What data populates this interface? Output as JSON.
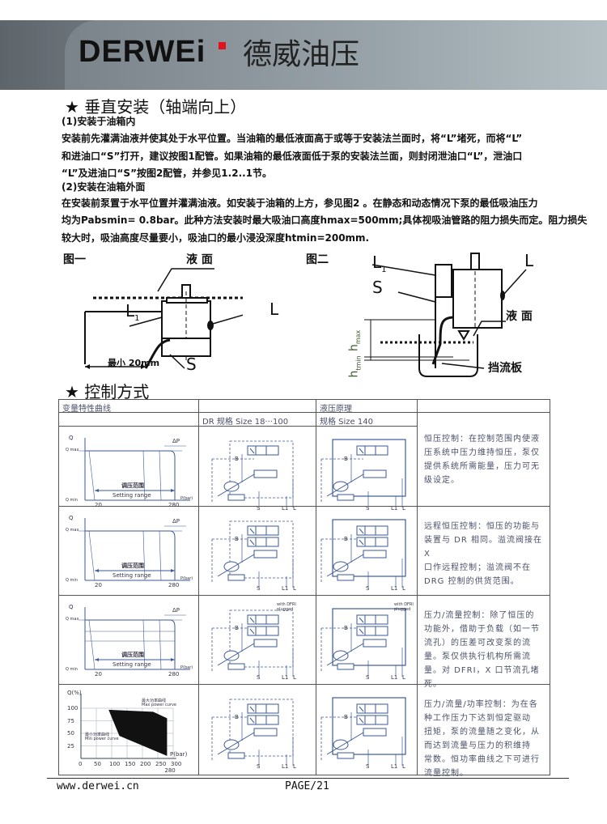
{
  "header": {
    "logo": "DERWEi",
    "brand_cn": "德威油压"
  },
  "section1": {
    "title": "★  垂直安装（轴端向上）",
    "paragraphs": [
      "(1)安装于油箱内",
      "安装前先灌满油液并使其处于水平位置。当油箱的最低液面高于或等于安装法兰面时，将“L”堵死，而将“L”",
      "和进油口“S”打开，建议按图1配管。如果油箱的最低液面低于泵的安装法兰面，则封闭泄油口“L”，泄油口",
      "“L”及进油口“S”按图2配管，并参见1.2..1节。",
      "(2)安装在油箱外面",
      "在安装前泵置于水平位置并灌满油液。如安装于油箱的上方，参见图2 。在静态和动态情况下泵的最低吸油压力",
      "均为Pabsmin= 0.8bar。此种方法安装时最大吸油口高度hmax=500mm;具体视吸油管路的阻力损失而定。阻力损失",
      "较大时，吸油高度尽量要小，吸油口的最小浸没深度htmin=200mm."
    ]
  },
  "fig1": {
    "title": "图一",
    "liquid": "液 面",
    "L1": "L",
    "L1_sub": "1",
    "L": "L",
    "S": "S",
    "min": "最小 20mm"
  },
  "fig2": {
    "title": "图二",
    "L1": "L",
    "L1_sub": "1",
    "L": "L",
    "S": "S",
    "liquid": "液 面",
    "hmax": "h",
    "hmax_sub": "max",
    "htmin": "h",
    "htmin_sub": "tmin",
    "baffle": "挡流板"
  },
  "section2": {
    "title": "★   控制方式"
  },
  "table": {
    "h_curve": "变量特性曲线",
    "h_principle": "液压原理",
    "h_dr": "DR 规格 Size 18···100",
    "h_140": "规格 Size 140",
    "chart": {
      "q": "Q",
      "qmax": "Q max",
      "qmin": "Q min",
      "dp": "ΔP",
      "range_cn": "调压范围",
      "range_en": "Setting range",
      "p20": "20",
      "p280": "280",
      "pbar": "P(bar)"
    },
    "ports": {
      "s": "S",
      "l1": "L1",
      "l": "L",
      "b": "B",
      "x": "X"
    },
    "note3": "with DFRI plugged",
    "power": {
      "ylabel": "Q(%)",
      "xlabel": "P(bar)",
      "max": "最大功率曲线",
      "max_en": "Max power curve",
      "min": "最小功率曲线",
      "min_en": "Min power curve",
      "yticks": [
        "100",
        "75",
        "50",
        "25"
      ],
      "xticks": [
        "0",
        "50",
        "100",
        "150",
        "200",
        "250",
        "280",
        "300"
      ]
    },
    "rows": [
      {
        "desc": [
          "恒压控制：在控制范围内使液",
          "压系统中压力维持恒压，泵仅",
          "提供系统所需能量，压力可无",
          "级设定。"
        ]
      },
      {
        "desc": [
          "远程恒压控制：恒压的功能与",
          "装置与 DR 相同。溢流阀接在 X",
          "口作远程控制；溢流阀不在",
          "DRG 控制的供货范围。"
        ]
      },
      {
        "desc": [
          "压力/流量控制：除了恒压的",
          "功能外，借助于负载（如一节",
          "流孔）的压差可改变泵的流",
          "量。泵仅供执行机构所需流",
          "量。对 DFRI，X 口节流孔堵死。"
        ]
      },
      {
        "desc": [
          "压力/流量/功率控制：为在各",
          "种工作压力下达到恒定驱动",
          "扭矩，泵的流量随之变化，从",
          "而达到流量与压力的积维持",
          "常数。恒功率曲线之下可进行",
          "流量控制。"
        ]
      }
    ]
  },
  "footer": {
    "url": "www.derwei.cn",
    "page": "PAGE/21"
  }
}
